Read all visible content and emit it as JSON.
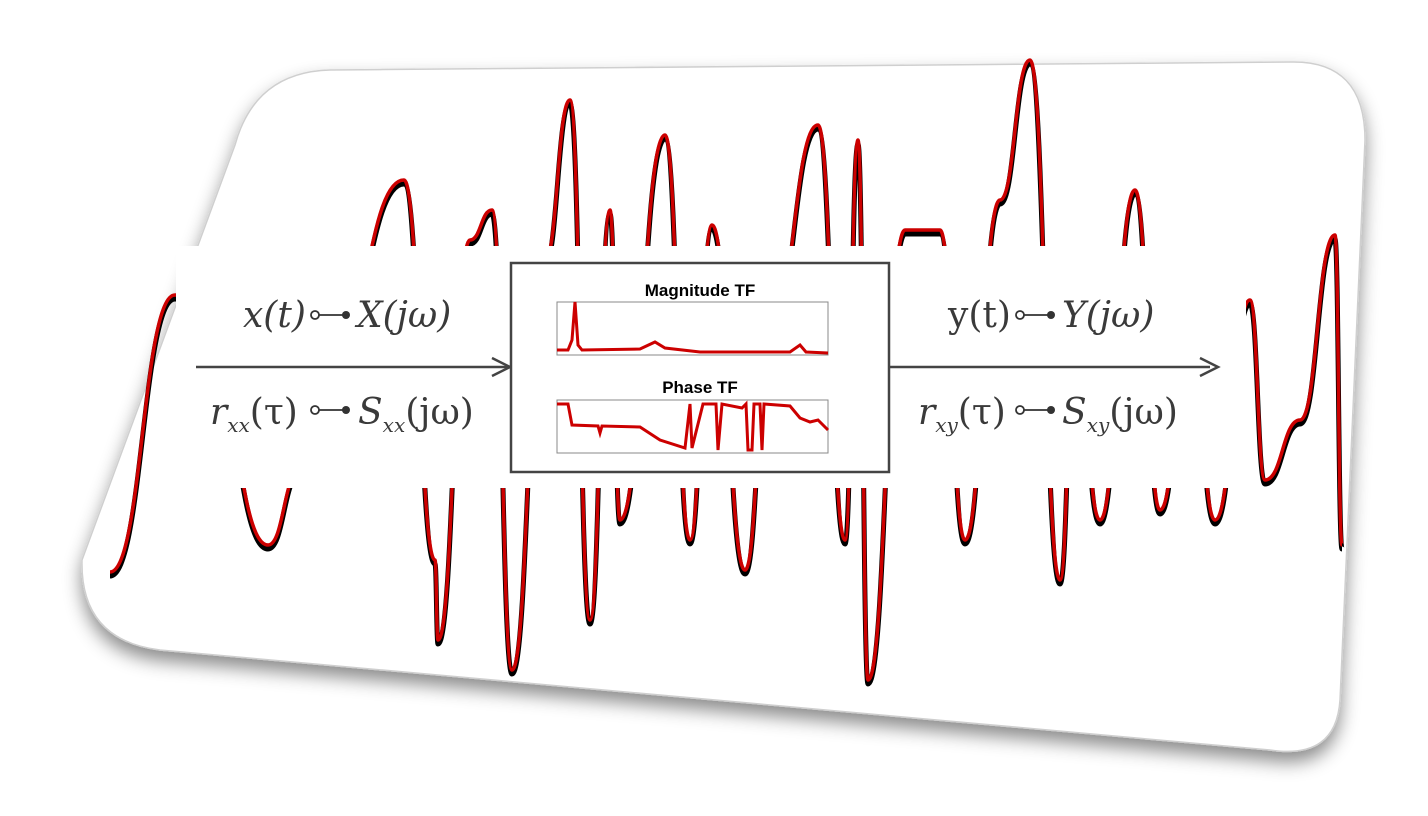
{
  "input": {
    "signal": "x(t)",
    "transform": "X(jω)",
    "autocorr": "r",
    "autocorr_sub": "xx",
    "autocorr_arg": "(τ)",
    "psd": "S",
    "psd_sub": "xx",
    "psd_arg": "(jω)"
  },
  "output": {
    "signal": "y(t)",
    "transform": "Y(jω)",
    "crosscorr": "r",
    "crosscorr_sub": "xy",
    "crosscorr_arg": "(τ)",
    "csd": "S",
    "csd_sub": "xy",
    "csd_arg": "(jω)"
  },
  "system_box": {
    "magnitude_title": "Magnitude TF",
    "phase_title": "Phase TF"
  },
  "colors": {
    "signal_red": "#cc0000",
    "signal_black": "#000000",
    "arrow": "#444444",
    "card_shadow": "#9a9a9a"
  }
}
